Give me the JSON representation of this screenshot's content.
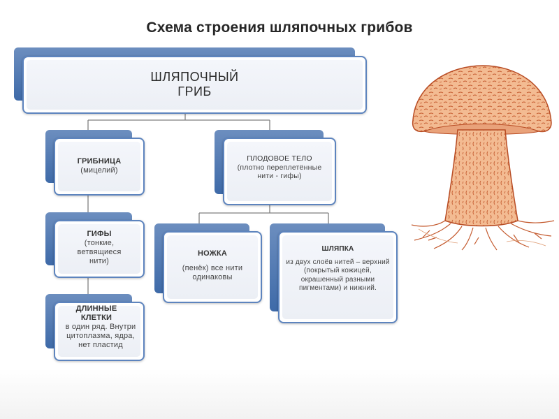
{
  "title": "Схема строения шляпочных грибов",
  "root": {
    "line1": "ШЛЯПОЧНЫЙ",
    "line2": "ГРИБ"
  },
  "mycelium": {
    "heading": "ГРИБНИЦА",
    "desc": "(мицелий)"
  },
  "hyphae": {
    "heading": "ГИФЫ",
    "desc": "(тонкие, ветвящиеся нити)"
  },
  "cells": {
    "heading": "ДЛИННЫЕ КЛЕТКИ",
    "desc": "в один ряд. Внутри цитоплазма, ядра, нет пластид"
  },
  "fruiting_body": {
    "heading": "ПЛОДОВОЕ ТЕЛО",
    "desc": "(плотно переплетённые нити - гифы)"
  },
  "stem": {
    "heading": "НОЖКА",
    "desc": "(пенёк) все нити одинаковы"
  },
  "cap": {
    "heading": "ШЛЯПКА",
    "desc": "из двух слоёв нитей – верхний (покрытый кожицей, окрашенный разными пигментами) и нижний."
  },
  "colors": {
    "box_back": "#4a74b0",
    "box_border": "#5d84be",
    "connector": "#7f7f7f",
    "mushroom_fill": "#f2b48a",
    "mushroom_stroke": "#c0552b"
  }
}
